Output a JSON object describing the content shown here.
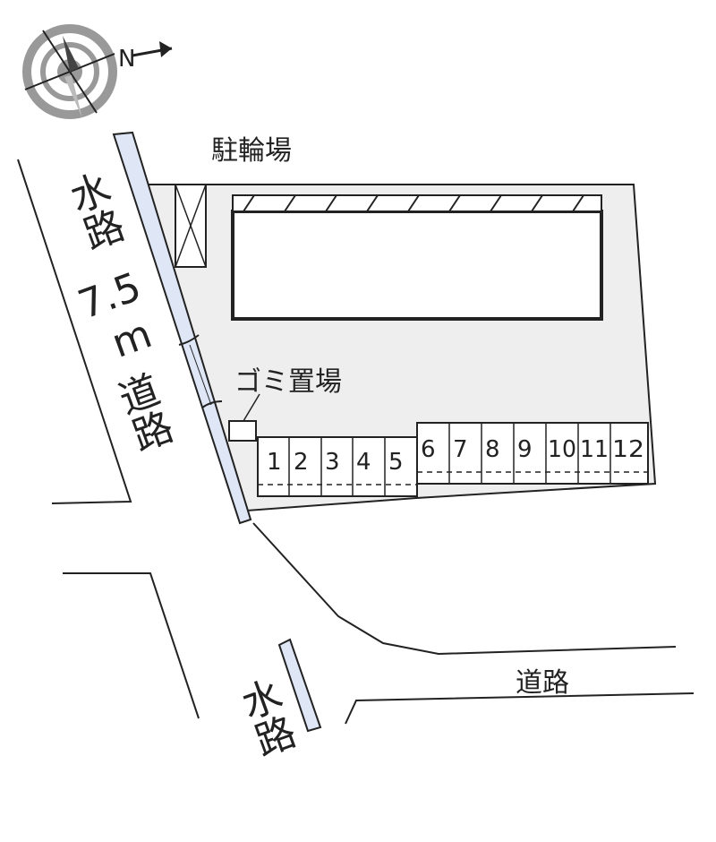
{
  "compass": {
    "north_label": "N",
    "icon": "compass-icon"
  },
  "labels": {
    "bicycle_parking": "駐輪場",
    "garbage_area": "ゴミ置場",
    "canal_top": "水路",
    "road_width": "7.5",
    "road_width_unit": "m",
    "road_left": "道路",
    "road_bottom": "道路",
    "canal_bottom": "水路"
  },
  "parking_slots": [
    "1",
    "2",
    "3",
    "4",
    "5",
    "6",
    "7",
    "8",
    "9",
    "10",
    "11",
    "12"
  ],
  "colors": {
    "lot_fill": "#eeeeee",
    "canal_fill": "#dfe7f7",
    "stroke": "#222222"
  }
}
